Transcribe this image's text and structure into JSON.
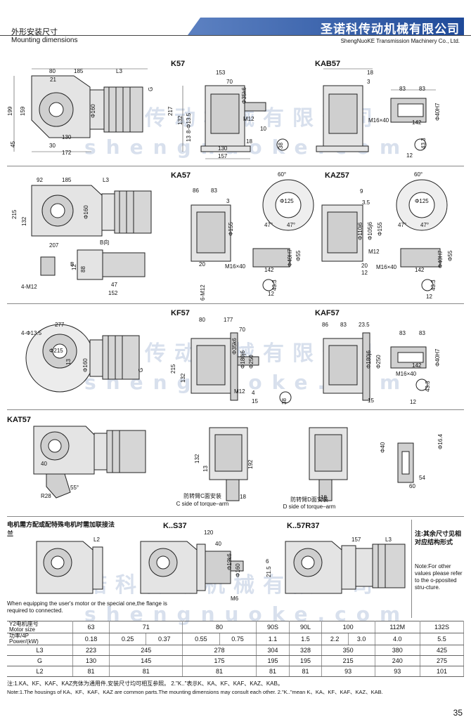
{
  "header": {
    "section_cn": "外形安装尺寸",
    "section_en": "Mounting dimensions",
    "company_cn": "圣诺科传动机械有限公司",
    "company_en": "ShengNuoKE Transmission Machinery Co., Ltd."
  },
  "watermark": {
    "cn": "圣诺科传动机械有限公司",
    "en": "shengnuoke.com"
  },
  "models": {
    "k57": "K57",
    "kab57": "KAB57",
    "ka57": "KA57",
    "kaz57": "KAZ57",
    "kf57": "KF57",
    "kaf57": "KAF57",
    "kat57": "KAT57",
    "ks37": "K..S37",
    "k57r37": "K..57R37"
  },
  "dims": {
    "k57": [
      "80",
      "21",
      "185",
      "L3",
      "199",
      "159",
      "45",
      "130",
      "30",
      "172",
      "Φ160",
      "G",
      "153",
      "70",
      "Φ35k6",
      "217",
      "132",
      "8-Φ13.5",
      "13",
      "M12",
      "10",
      "38",
      "18",
      "130",
      "157"
    ],
    "kab57": [
      "18",
      "3",
      "83",
      "83",
      "Φ40H7",
      "M16×40",
      "142",
      "12",
      "43.3"
    ],
    "ka57": [
      "92",
      "185",
      "L3",
      "215",
      "132",
      "Φ160",
      "207",
      "B向",
      "B",
      "12",
      "88",
      "4-M12",
      "47",
      "152",
      "86",
      "83",
      "3",
      "Φ155",
      "Φ40H7",
      "Φ55",
      "M16×40",
      "142",
      "20",
      "6-M12",
      "12",
      "43.3",
      "60°",
      "Φ125",
      "47°",
      "47°"
    ],
    "kaz57": [
      "9",
      "3.5",
      "Φ110j6",
      "Φ105j6",
      "Φ155",
      "M12",
      "20",
      "12",
      "Φ40H7",
      "Φ55",
      "M16×40",
      "142",
      "12",
      "43.3",
      "60°",
      "Φ125",
      "47°",
      "47°"
    ],
    "kf57": [
      "4-Φ13.5",
      "277",
      "13",
      "Φ215",
      "Φ160",
      "G",
      "80",
      "177",
      "70",
      "Φ35k6",
      "Φ180j6",
      "Φ250",
      "215",
      "132",
      "M12",
      "4",
      "15",
      "38"
    ],
    "kaf57": [
      "86",
      "83",
      "23.5",
      "83",
      "83",
      "Φ180j6",
      "Φ250",
      "Φ40H7",
      "142",
      "M16×40",
      "12",
      "43.3",
      "15"
    ],
    "kat57": [
      "40",
      "55°",
      "R28",
      "132",
      "13",
      "192",
      "18",
      "Φ40",
      "Φ16.4",
      "54",
      "60",
      "18"
    ],
    "ks37": [
      "L2",
      "120",
      "40",
      "Φ19k6",
      "Φ160",
      "6",
      "21.5",
      "M6"
    ],
    "k57r37": [
      "157",
      "L3"
    ]
  },
  "captions": {
    "c_side_cn": "防转臂C面安装",
    "c_side_en": "C side of torque–arm",
    "d_side_cn": "防转臂D面安装",
    "d_side_en": "D side of torque–arm"
  },
  "motor_note": {
    "cn": "电机需方配或配特殊电机时需加联接法兰",
    "en": "When equipping the user's motor or the special one,the flange is required to connected."
  },
  "side_note": {
    "cn": "注:其余尺寸见相对应结构形式",
    "en": "Note:For other values please refer to the o-pposited stru-cture."
  },
  "table": {
    "header_cn": "Y2电机座号",
    "header_en": "Motor size",
    "power_cn": "功率/4P",
    "power_en": "Power/(kW)",
    "sizes": [
      "63",
      "71",
      "80",
      "90S",
      "90L",
      "100",
      "112M",
      "132S"
    ],
    "power": [
      "0.18",
      "0.25",
      "0.37",
      "0.55",
      "0.75",
      "1.1",
      "1.5",
      "2.2",
      "3.0",
      "4.0",
      "5.5"
    ],
    "rows": [
      {
        "label": "L3",
        "values": [
          "223",
          "245",
          "278",
          "304",
          "328",
          "350",
          "380",
          "425"
        ]
      },
      {
        "label": "G",
        "values": [
          "130",
          "145",
          "175",
          "195",
          "195",
          "215",
          "240",
          "275"
        ]
      },
      {
        "label": "L2",
        "values": [
          "81",
          "81",
          "81",
          "81",
          "81",
          "93",
          "93",
          "101"
        ]
      }
    ]
  },
  "footnotes": {
    "cn": "注:1.KA、KF、KAF、KAZ壳体为通用件,安装尺寸均可相互参照。 2.\"K..\"表示K、KA、KF、KAF、KAZ、KAB。",
    "en": "Note:1.The housings of KA、KF、KAF、KAZ are common parts.The mounting dimensions may consult each other. 2.\"K..\"mean K、KA、KF、KAF、KAZ、KAB."
  },
  "page_number": "35"
}
